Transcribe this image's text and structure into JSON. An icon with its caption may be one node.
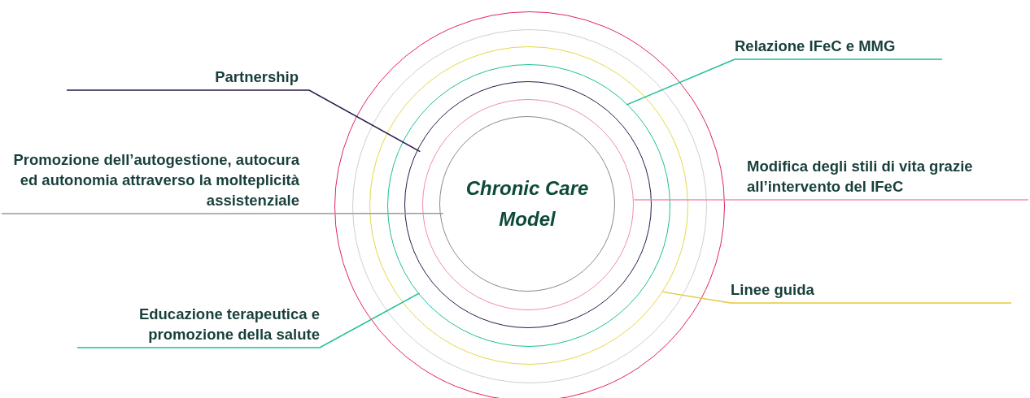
{
  "diagram": {
    "nodes": [
      {
        "text": [],
        "shape": "circle"
      },
      {
        "text": [],
        "shape": "circle",
        "in": 0
      },
      {
        "text": [],
        "shape": "circle",
        "in": 1
      },
      {
        "text": [],
        "shape": "circle",
        "in": 2
      },
      {
        "text": [],
        "shape": "circle",
        "in": 3
      },
      {
        "text": [],
        "shape": "circle",
        "in": 4
      },
      {
        "text": [
          "Chronic Care Model"
        ],
        "in": 5
      },
      {
        "text": [
          "Partnership"
        ]
      },
      {
        "text": [
          "Promozione dell’autogestione, autocura ed autonomia attraverso la molteplicità assistenziale"
        ]
      },
      {
        "text": [
          "Educazione terapeutica e promozione della salute"
        ]
      },
      {
        "text": [
          "Relazione IFeC e MMG"
        ]
      },
      {
        "text": [
          "Modifica degli stili di vita grazie all’intervento del IFeC"
        ]
      },
      {
        "text": [
          "Linee guida"
        ]
      }
    ],
    "edges": [
      {
        "from": 7,
        "to": 4,
        "arrow": "none",
        "color": "#2a1a4a"
      },
      {
        "from": 8,
        "to": 6,
        "arrow": "none",
        "color": "#9a9a9a"
      },
      {
        "from": 9,
        "to": 3,
        "arrow": "none"
      },
      {
        "from": 10,
        "to": 3,
        "arrow": "none"
      },
      {
        "from": 11,
        "to": 5,
        "arrow": "none",
        "color": "#f08cb0"
      },
      {
        "from": 12,
        "to": 2,
        "arrow": "none",
        "color": "#e3c93a"
      }
    ]
  }
}
